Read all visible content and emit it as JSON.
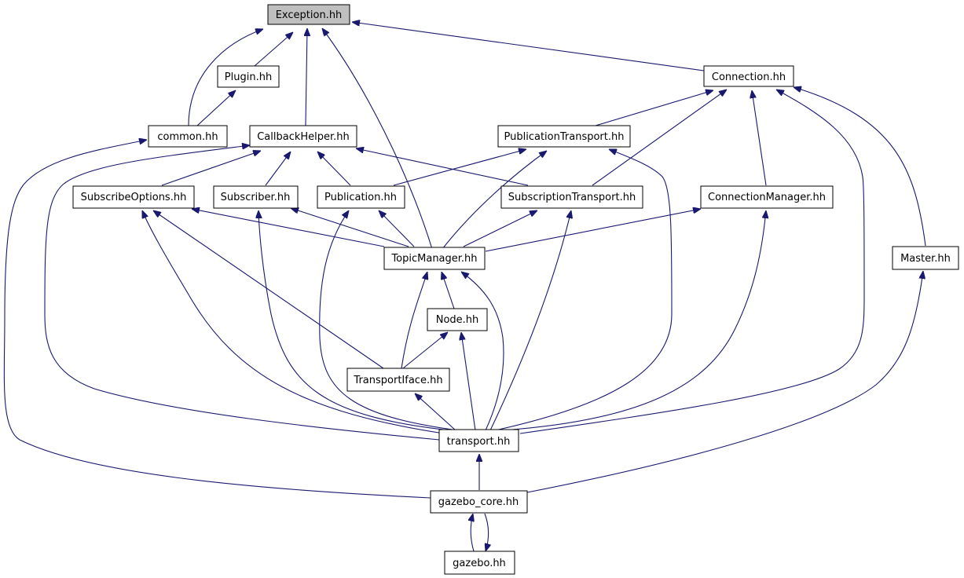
{
  "diagram": {
    "colors": {
      "edge": "#191970",
      "node_fill": "#ffffff",
      "highlight_fill": "#bfbfbf",
      "border": "#000000"
    },
    "nodes": [
      {
        "id": "exception",
        "label": "Exception.hh",
        "highlight": true
      },
      {
        "id": "plugin",
        "label": "Plugin.hh"
      },
      {
        "id": "connection",
        "label": "Connection.hh"
      },
      {
        "id": "common",
        "label": "common.hh"
      },
      {
        "id": "callbackhelper",
        "label": "CallbackHelper.hh"
      },
      {
        "id": "publicationtransport",
        "label": "PublicationTransport.hh"
      },
      {
        "id": "subscribeoptions",
        "label": "SubscribeOptions.hh"
      },
      {
        "id": "subscriber",
        "label": "Subscriber.hh"
      },
      {
        "id": "publication",
        "label": "Publication.hh"
      },
      {
        "id": "subscriptiontransport",
        "label": "SubscriptionTransport.hh"
      },
      {
        "id": "connectionmanager",
        "label": "ConnectionManager.hh"
      },
      {
        "id": "topicmanager",
        "label": "TopicManager.hh"
      },
      {
        "id": "master",
        "label": "Master.hh"
      },
      {
        "id": "node",
        "label": "Node.hh"
      },
      {
        "id": "transportiface",
        "label": "TransportIface.hh"
      },
      {
        "id": "transport",
        "label": "transport.hh"
      },
      {
        "id": "gazebo_core",
        "label": "gazebo_core.hh"
      },
      {
        "id": "gazebo",
        "label": "gazebo.hh"
      }
    ],
    "edges": [
      {
        "from": "plugin",
        "to": "exception"
      },
      {
        "from": "common",
        "to": "exception"
      },
      {
        "from": "callbackhelper",
        "to": "exception"
      },
      {
        "from": "topicmanager",
        "to": "exception"
      },
      {
        "from": "connection",
        "to": "exception"
      },
      {
        "from": "common",
        "to": "plugin"
      },
      {
        "from": "gazebo_core",
        "to": "common"
      },
      {
        "from": "subscribeoptions",
        "to": "callbackhelper"
      },
      {
        "from": "subscriber",
        "to": "callbackhelper"
      },
      {
        "from": "publication",
        "to": "callbackhelper"
      },
      {
        "from": "subscriptiontransport",
        "to": "callbackhelper"
      },
      {
        "from": "transport",
        "to": "callbackhelper"
      },
      {
        "from": "publicationtransport",
        "to": "connection"
      },
      {
        "from": "subscriptiontransport",
        "to": "connection"
      },
      {
        "from": "connectionmanager",
        "to": "connection"
      },
      {
        "from": "transport",
        "to": "connection"
      },
      {
        "from": "master",
        "to": "connection"
      },
      {
        "from": "publication",
        "to": "publicationtransport"
      },
      {
        "from": "topicmanager",
        "to": "publicationtransport"
      },
      {
        "from": "transport",
        "to": "publicationtransport"
      },
      {
        "from": "topicmanager",
        "to": "subscribeoptions"
      },
      {
        "from": "transportiface",
        "to": "subscribeoptions"
      },
      {
        "from": "transport",
        "to": "subscribeoptions"
      },
      {
        "from": "topicmanager",
        "to": "subscriber"
      },
      {
        "from": "transport",
        "to": "subscriber"
      },
      {
        "from": "topicmanager",
        "to": "publication"
      },
      {
        "from": "transport",
        "to": "publication"
      },
      {
        "from": "topicmanager",
        "to": "subscriptiontransport"
      },
      {
        "from": "transport",
        "to": "subscriptiontransport"
      },
      {
        "from": "topicmanager",
        "to": "connectionmanager"
      },
      {
        "from": "transport",
        "to": "connectionmanager"
      },
      {
        "from": "node",
        "to": "topicmanager"
      },
      {
        "from": "transportiface",
        "to": "topicmanager"
      },
      {
        "from": "transport",
        "to": "topicmanager"
      },
      {
        "from": "transportiface",
        "to": "node"
      },
      {
        "from": "transport",
        "to": "node"
      },
      {
        "from": "transport",
        "to": "transportiface"
      },
      {
        "from": "gazebo_core",
        "to": "transport"
      },
      {
        "from": "gazebo_core",
        "to": "master"
      },
      {
        "from": "gazebo",
        "to": "gazebo_core"
      },
      {
        "from": "gazebo_core",
        "to": "gazebo"
      }
    ]
  }
}
